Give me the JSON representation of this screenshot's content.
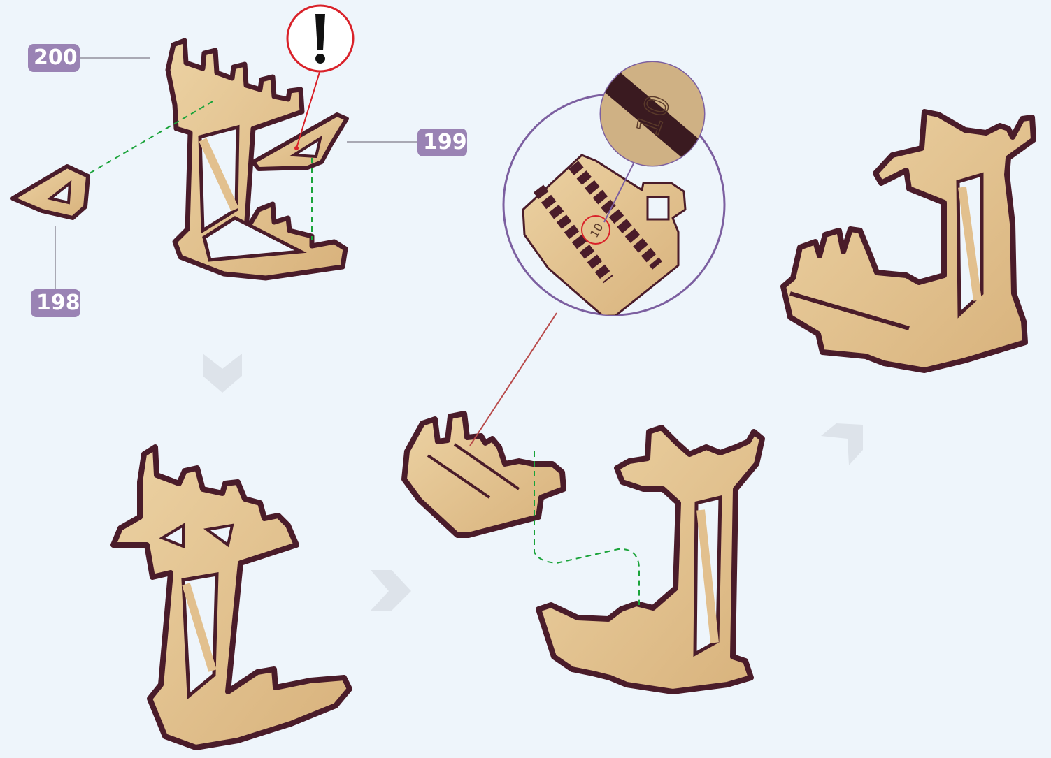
{
  "parts": {
    "part_200": "200",
    "part_199": "199",
    "part_198": "198"
  },
  "zoom_detail": {
    "engraved_number": "10"
  },
  "colors": {
    "background": "#eef5fb",
    "label_badge": "#9a83b4",
    "wood": "#e2c08e",
    "wood_edge": "#4a1c2a",
    "guide_line": "#1aa33a",
    "warning_circle": "#d9222a",
    "zoom_circle": "#7c5fa0",
    "arrow": "#dde3ea"
  },
  "icons": [
    "exclamation-icon",
    "chevron-down-icon",
    "chevron-right-icon",
    "chevron-up-left-icon"
  ]
}
